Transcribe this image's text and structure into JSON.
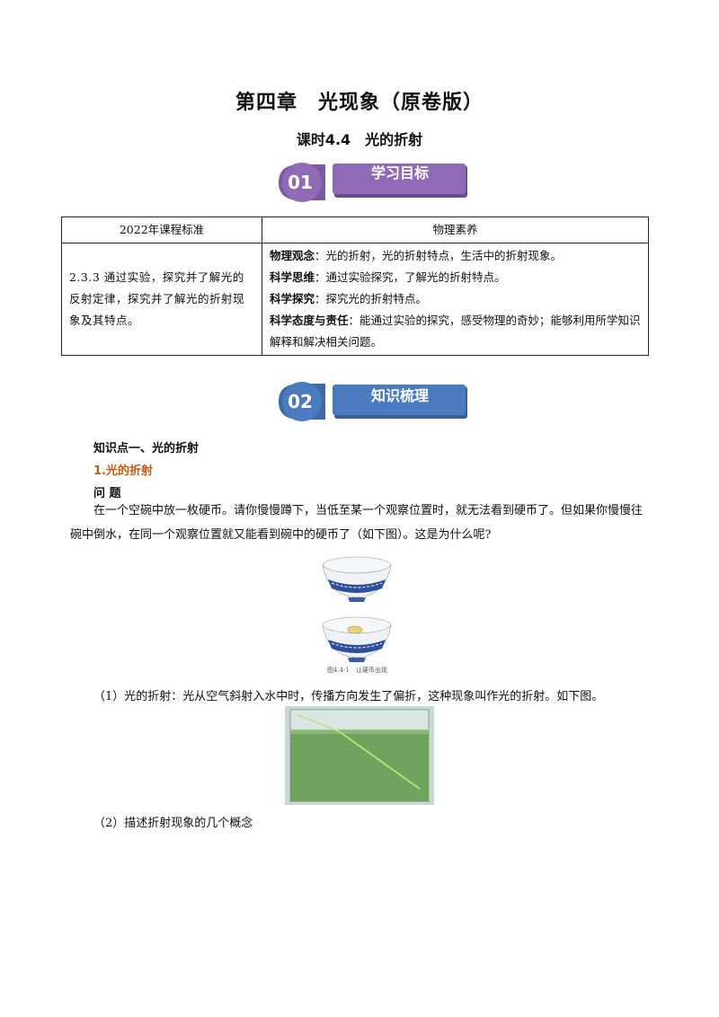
{
  "header": {
    "title": "第四章　光现象（原卷版）",
    "subtitle": "课时4.4　光的折射"
  },
  "banners": [
    {
      "number": "01",
      "label": "学习目标",
      "color": "#8e6bb4"
    },
    {
      "number": "02",
      "label": "知识梳理",
      "color": "#4a7bbf"
    }
  ],
  "standards_table": {
    "headers": [
      "2022年课程标准",
      "物理素养"
    ],
    "left_cell": "2.3.3 通过实验，探究并了解光的反射定律，探究并了解光的折射现象及其特点。",
    "right_items": [
      {
        "label": "物理观念",
        "text": "：光的折射，光的折射特点，生活中的折射现象。"
      },
      {
        "label": "科学思维",
        "text": "：通过实验探究，了解光的折射特点。"
      },
      {
        "label": "科学探究",
        "text": "：探究光的折射特点。"
      },
      {
        "label": "科学态度与责任",
        "text": "：能通过实验的探究，感受物理的奇妙；能够利用所学知识解释和解决相关问题。"
      }
    ]
  },
  "content": {
    "knowledge_point": "知识点一、光的折射",
    "subheading": "1.光的折射",
    "question_heading": "问  题",
    "question_text": "在一个空碗中放一枚硬币。请你慢慢蹲下，当低至某一个观察位置时，就无法看到硬币了。但如果你慢慢往碗中倒水，在同一个观察位置就又能看到碗中的硬币了（如下图）。这是为什么呢?",
    "figure1_caption": "图4.4-1　让硬币出现",
    "item1": "（1）光的折射：光从空气斜射入水中时，传播方向发生了偏折，这种现象叫作光的折射。如下图。",
    "item2": "（2）描述折射现象的几个概念"
  }
}
